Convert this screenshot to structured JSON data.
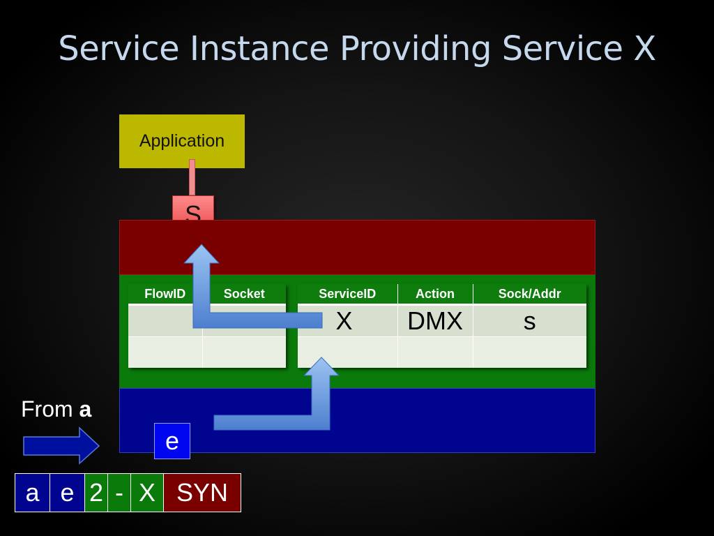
{
  "title": "Service Instance Providing Service X",
  "application": {
    "label": "Application"
  },
  "socket": {
    "label": "S"
  },
  "flow_table": {
    "headers": [
      "FlowID",
      "Socket"
    ],
    "rows": [
      [
        "",
        ""
      ],
      [
        "",
        ""
      ]
    ]
  },
  "service_table": {
    "headers": [
      "ServiceID",
      "Action",
      "Sock/Addr"
    ],
    "rows": [
      [
        "X",
        "DMX",
        "s"
      ],
      [
        "",
        "",
        ""
      ]
    ]
  },
  "incoming": {
    "label_prefix": "From ",
    "label_source": "a"
  },
  "interface": {
    "label": "e"
  },
  "packet": {
    "fields": [
      {
        "text": "a",
        "color": "#00048e"
      },
      {
        "text": "e",
        "color": "#00048e"
      },
      {
        "text": "2",
        "color": "#0a7a0a"
      },
      {
        "text": "-",
        "color": "#0a7a0a"
      },
      {
        "text": "X",
        "color": "#0a7a0a"
      },
      {
        "text": "SYN",
        "color": "#7a0000"
      }
    ]
  },
  "colors": {
    "title": "#c5d8ee",
    "application": "#bcb800",
    "layer_red": "#7a0000",
    "layer_green": "#0a7a0a",
    "layer_blue": "#00048e",
    "arrow": "#6a9de0"
  }
}
